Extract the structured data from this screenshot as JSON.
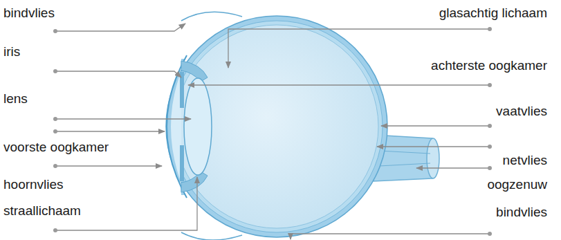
{
  "diagram": {
    "labels": [
      "bindvlies",
      "iris",
      "lens",
      "voorste oogkamer",
      "hoornvlies",
      "straallichaam",
      "glasachtig lichaam",
      "achterste oogkamer",
      "vaatvlies",
      "netvlies",
      "oogzenuw",
      "bindvlies"
    ]
  }
}
